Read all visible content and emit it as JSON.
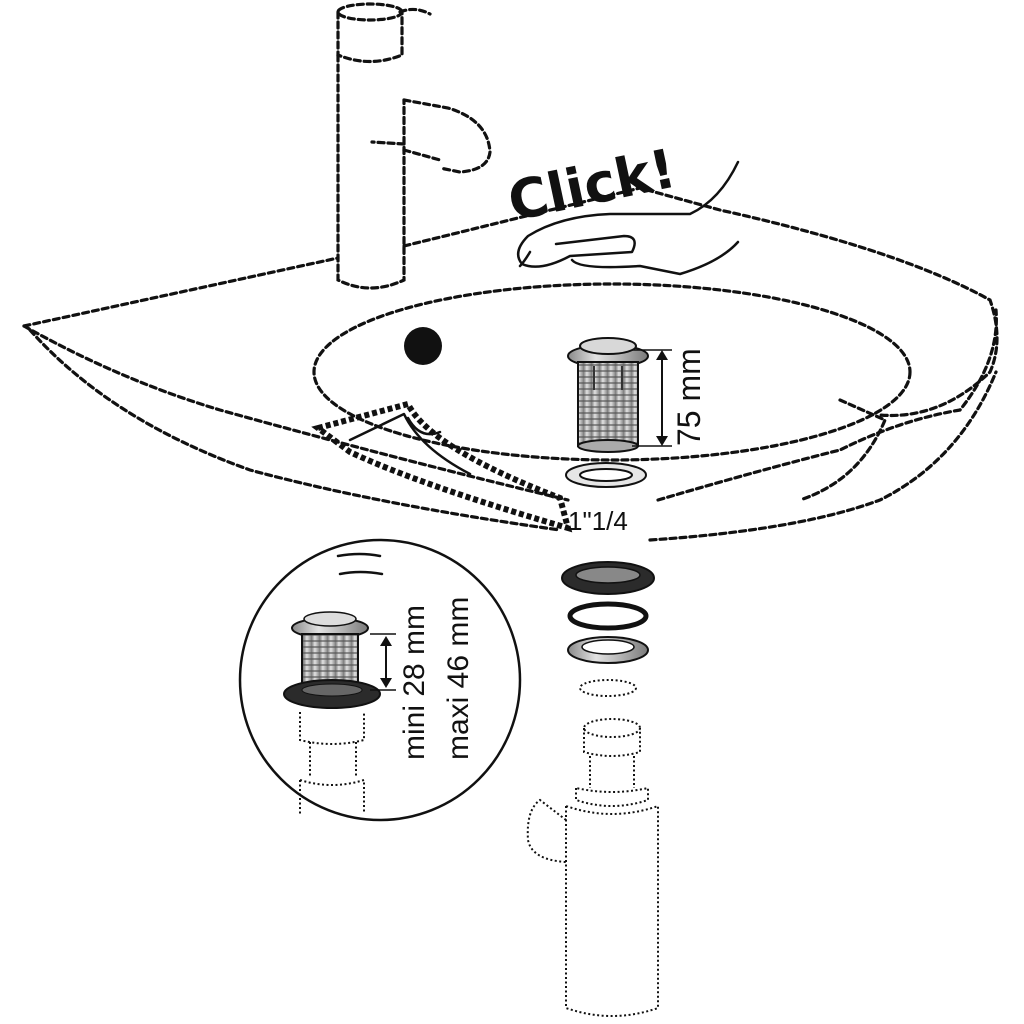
{
  "labels": {
    "click": "Click!",
    "height": "75 mm",
    "thread": "1\"1/4",
    "mini": "mini 28 mm",
    "maxi": "maxi 46 mm"
  },
  "colors": {
    "line": "#111111",
    "chrome_light": "#e2e2e2",
    "chrome_mid": "#bdbdbd",
    "chrome_dark": "#8a8a8a",
    "gasket_black": "#2b2b2b",
    "background": "#ffffff"
  },
  "icons": {
    "hand": "hand-press-icon",
    "drain": "pop-up-drain-icon",
    "siphon": "bottle-trap-icon"
  }
}
